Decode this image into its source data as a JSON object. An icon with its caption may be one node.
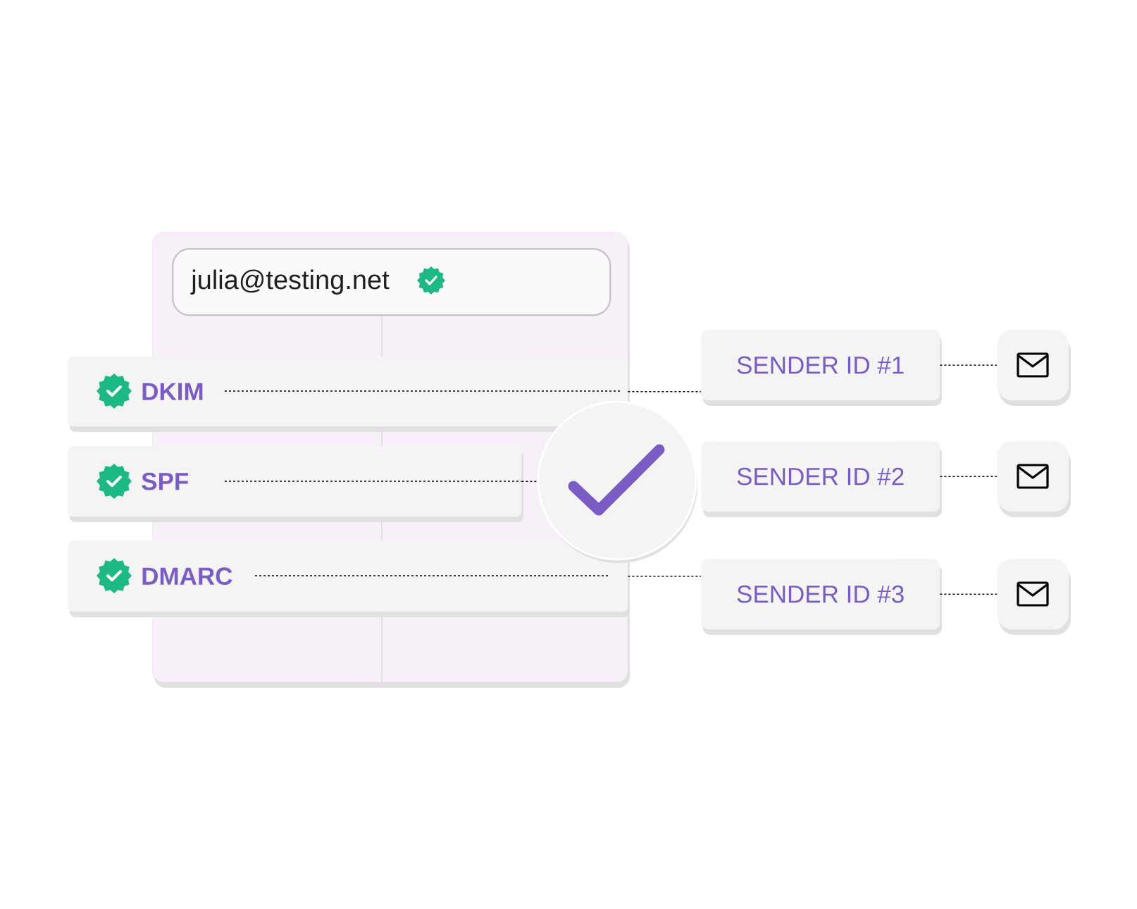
{
  "diagram": {
    "nodes": [
      {
        "text": [],
        "shape": "box"
      },
      {
        "text": [
          "julia@testing.net"
        ],
        "in": 0
      },
      {
        "text": [
          "DKIM"
        ]
      },
      {
        "text": [
          "SPF"
        ]
      },
      {
        "text": [
          "DMARC"
        ]
      },
      {
        "text": [],
        "shape": "circle"
      },
      {
        "text": [
          "SENDER ID #1"
        ]
      },
      {
        "text": [
          "SENDER ID #2"
        ]
      },
      {
        "text": [
          "SENDER ID #3"
        ]
      },
      {
        "text": [],
        "shape": "box"
      },
      {
        "text": [],
        "shape": "box"
      },
      {
        "text": [],
        "shape": "box"
      }
    ],
    "edges": [
      {
        "from": 2,
        "to": 6,
        "arrow": "none",
        "style": "dashed"
      },
      {
        "from": 3,
        "to": 5,
        "arrow": "none",
        "style": "dashed"
      },
      {
        "from": 4,
        "to": 8,
        "arrow": "none",
        "style": "dashed"
      },
      {
        "from": 6,
        "to": 9,
        "arrow": "none",
        "style": "dashed"
      },
      {
        "from": 7,
        "to": 10,
        "arrow": "none",
        "style": "dashed"
      },
      {
        "from": 8,
        "to": 11,
        "arrow": "none",
        "style": "dashed"
      }
    ]
  }
}
